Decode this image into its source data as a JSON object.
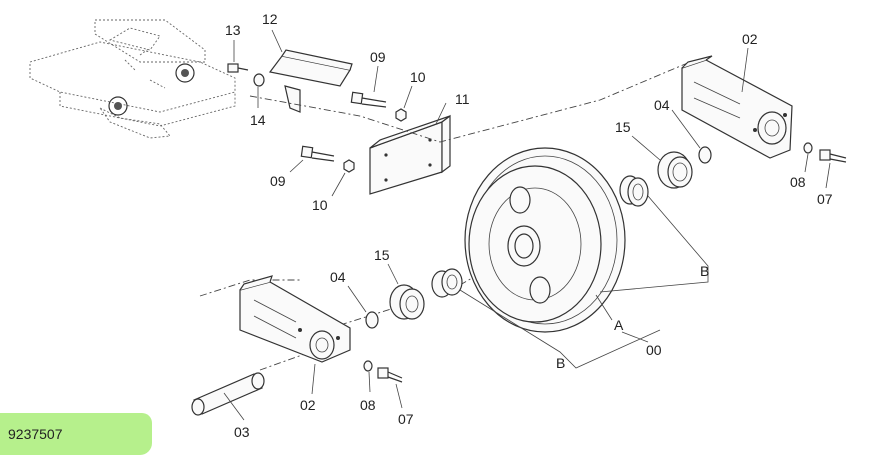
{
  "diagram": {
    "callouts": {
      "c13": "13",
      "c12": "12",
      "c09a": "09",
      "c10a": "10",
      "c11": "11",
      "c14": "14",
      "c09b": "09",
      "c10b": "10",
      "c02a": "02",
      "c04a": "04",
      "c15a": "15",
      "c08a": "08",
      "c07a": "07",
      "cBa": "B",
      "c04b": "04",
      "c15b": "15",
      "cA": "A",
      "c00": "00",
      "cBb": "B",
      "c02b": "02",
      "c08b": "08",
      "c07b": "07",
      "c03": "03"
    },
    "document_number": "9237507",
    "tag_color": "#b6f08c"
  }
}
